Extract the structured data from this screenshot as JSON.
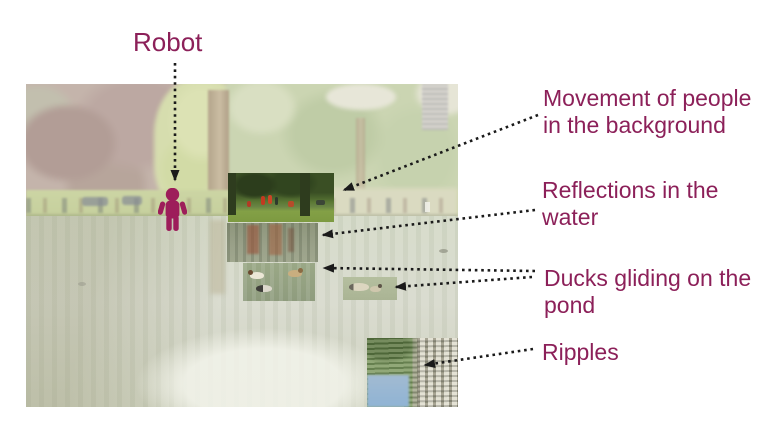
{
  "slide": {
    "background_color": "#ffffff",
    "accent_text_color": "#8c2059",
    "arrow_color": "#1a1a1a",
    "robot_icon_color": "#9d1d5a"
  },
  "annotations": {
    "robot": {
      "label": "Robot"
    },
    "movement": {
      "lines": [
        "Movement of people",
        "in the background"
      ]
    },
    "reflections": {
      "lines": [
        "Reflections in the",
        "water"
      ]
    },
    "ducks": {
      "lines": [
        "Ducks gliding on the",
        "pond"
      ]
    },
    "ripples": {
      "label": "Ripples"
    }
  },
  "icons": {
    "robot_marker": "person-pictogram",
    "leader_lines": "dotted-arrow"
  }
}
